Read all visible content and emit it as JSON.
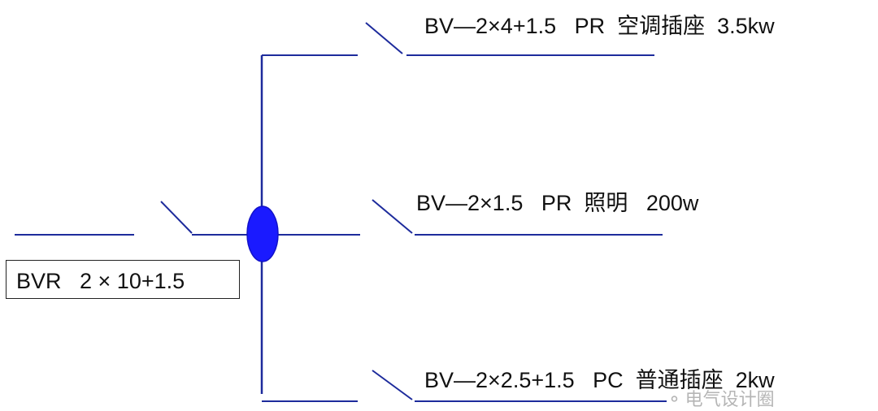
{
  "feeder": {
    "label": "BVR   2 × 10+1.5"
  },
  "branches": [
    {
      "label": "BV—2×4+1.5   PR  空调插座  3.5kw"
    },
    {
      "label": "BV—2×1.5   PR  照明   200w"
    },
    {
      "label": "BV—2×2.5+1.5   PC  普通插座  2kw"
    }
  ],
  "watermark": {
    "icon": "wechat-icon",
    "text": "电气设计圈"
  },
  "colors": {
    "wire": "#1d2b9c",
    "node": "#1a1aff",
    "text": "#111111"
  }
}
